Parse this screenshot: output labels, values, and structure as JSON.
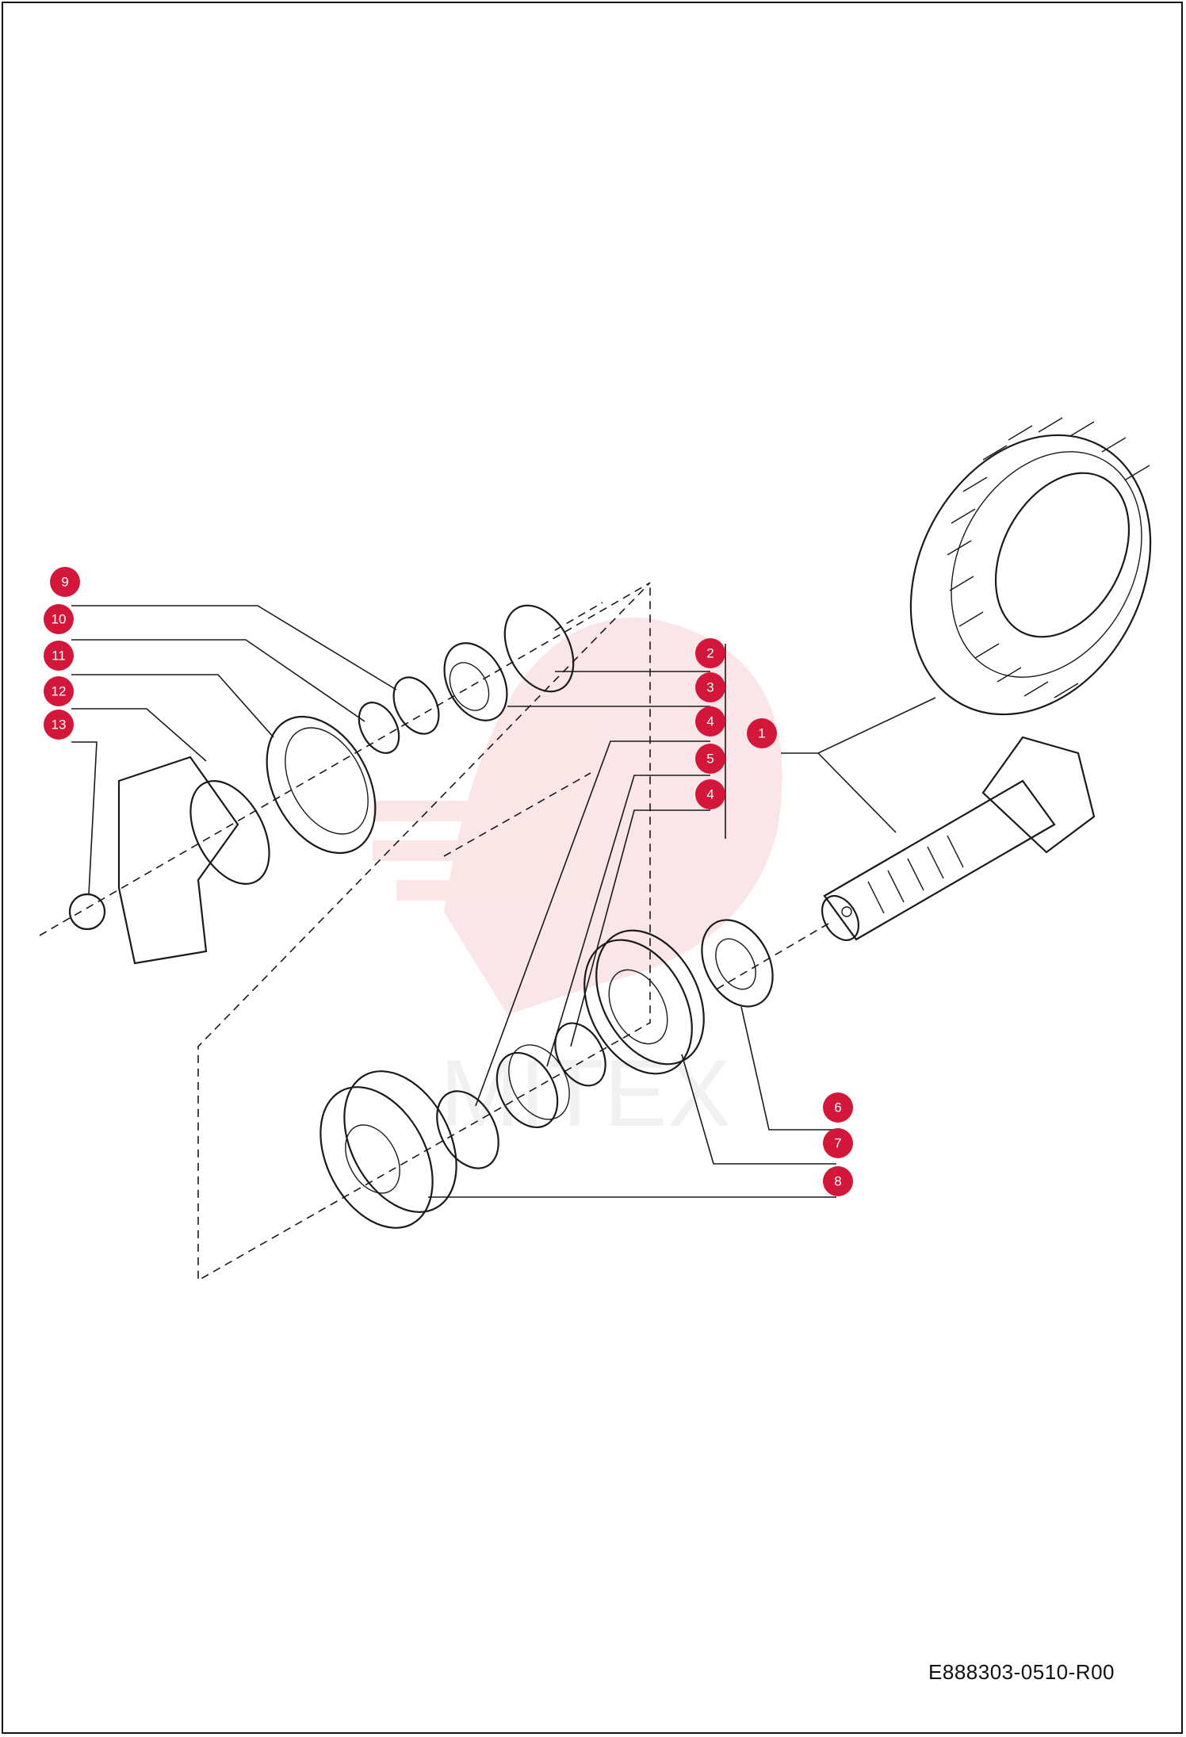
{
  "diagram": {
    "drawing_code": "E888303-0510-R00",
    "callouts": [
      "1",
      "2",
      "3",
      "4",
      "4",
      "5",
      "6",
      "7",
      "8",
      "9",
      "10",
      "11",
      "12",
      "13"
    ],
    "callout_color": "#d3173a",
    "line_color": "#1a1a1a",
    "watermark_color": "#f3c4c8"
  }
}
